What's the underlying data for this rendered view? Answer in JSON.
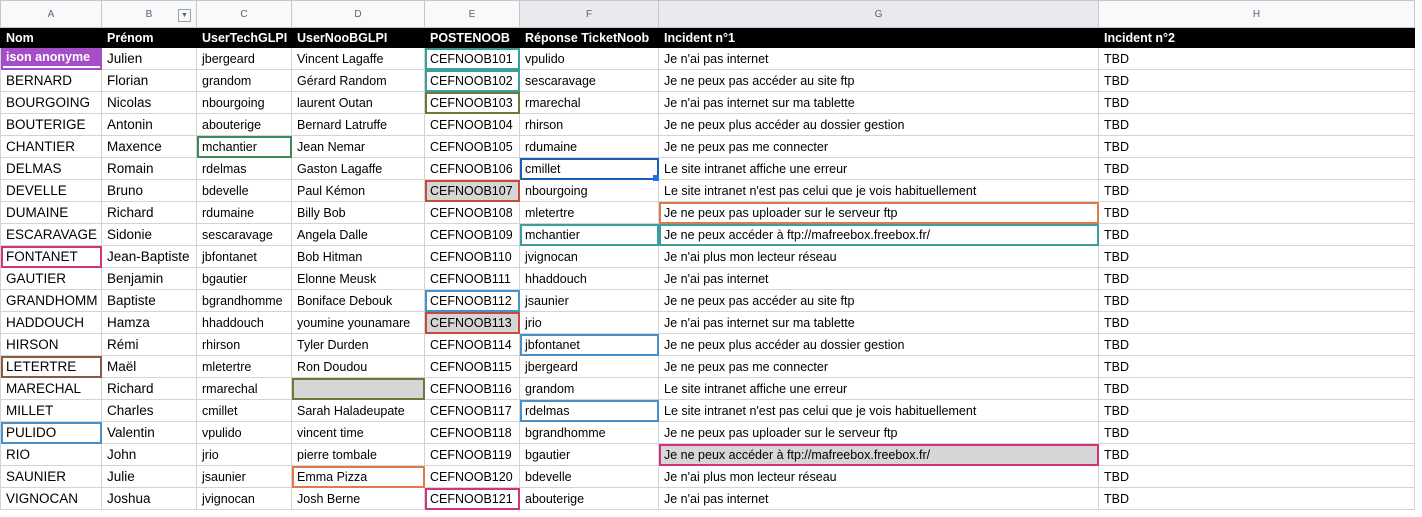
{
  "columns": [
    "A",
    "B",
    "C",
    "D",
    "E",
    "F",
    "G",
    "H"
  ],
  "headers": [
    "Nom",
    "Prénom",
    "UserTechGLPI",
    "UserNooBGLPI",
    "POSTENOOB",
    "Réponse TicketNoob",
    "Incident n°1",
    "Incident n°2"
  ],
  "anonymous_label": "ison anonyme",
  "rows": [
    [
      "",
      "Julien",
      "jbergeard",
      "Vincent Lagaffe",
      "CEFNOOB101",
      "vpulido",
      "Je n'ai pas internet",
      "TBD"
    ],
    [
      "BERNARD",
      "Florian",
      "grandom",
      "Gérard Random",
      "CEFNOOB102",
      "sescaravage",
      "Je ne peux pas accéder au site ftp",
      "TBD"
    ],
    [
      "BOURGOING",
      "Nicolas",
      "nbourgoing",
      "laurent Outan",
      "CEFNOOB103",
      "rmarechal",
      "Je n'ai pas internet sur ma tablette",
      "TBD"
    ],
    [
      "BOUTERIGE",
      "Antonin",
      "abouterige",
      "Bernard Latruffe",
      "CEFNOOB104",
      "rhirson",
      "Je ne peux plus accéder au dossier gestion",
      "TBD"
    ],
    [
      "CHANTIER",
      "Maxence",
      "mchantier",
      "Jean Nemar",
      "CEFNOOB105",
      "rdumaine",
      "Je ne peux pas me connecter",
      "TBD"
    ],
    [
      "DELMAS",
      "Romain",
      "rdelmas",
      "Gaston Lagaffe",
      "CEFNOOB106",
      "cmillet",
      "Le site intranet affiche une erreur",
      "TBD"
    ],
    [
      "DEVELLE",
      "Bruno",
      "bdevelle",
      "Paul Kémon",
      "CEFNOOB107",
      "nbourgoing",
      "Le site intranet n'est pas celui que je vois habituellement",
      "TBD"
    ],
    [
      "DUMAINE",
      "Richard",
      "rdumaine",
      "Billy Bob",
      "CEFNOOB108",
      "mletertre",
      "Je ne peux pas uploader sur le serveur ftp",
      "TBD"
    ],
    [
      "ESCARAVAGE",
      "Sidonie",
      "sescaravage",
      "Angela Dalle",
      "CEFNOOB109",
      "mchantier",
      "Je ne peux accéder à ftp://mafreebox.freebox.fr/",
      "TBD"
    ],
    [
      "FONTANET",
      "Jean-Baptiste",
      "jbfontanet",
      "Bob Hitman",
      "CEFNOOB110",
      "jvignocan",
      "Je n'ai plus mon lecteur réseau",
      "TBD"
    ],
    [
      "GAUTIER",
      "Benjamin",
      "bgautier",
      "Elonne Meusk",
      "CEFNOOB111",
      "hhaddouch",
      "Je n'ai pas internet",
      "TBD"
    ],
    [
      "GRANDHOMM",
      "Baptiste",
      "bgrandhomme",
      "Boniface Debouk",
      "CEFNOOB112",
      "jsaunier",
      "Je ne peux pas accéder au site ftp",
      "TBD"
    ],
    [
      "HADDOUCH",
      "Hamza",
      "hhaddouch",
      "youmine younamare",
      "CEFNOOB113",
      "jrio",
      "Je n'ai pas internet sur ma tablette",
      "TBD"
    ],
    [
      "HIRSON",
      "Rémi",
      "rhirson",
      "Tyler Durden",
      "CEFNOOB114",
      "jbfontanet",
      "Je ne peux plus accéder au dossier gestion",
      "TBD"
    ],
    [
      "LETERTRE",
      "Maël",
      "mletertre",
      "Ron Doudou",
      "CEFNOOB115",
      "jbergeard",
      "Je ne peux pas me connecter",
      "TBD"
    ],
    [
      "MARECHAL",
      "Richard",
      "rmarechal",
      "",
      "CEFNOOB116",
      "grandom",
      "Le site intranet affiche une erreur",
      "TBD"
    ],
    [
      "MILLET",
      "Charles",
      "cmillet",
      "Sarah Haladeupate",
      "CEFNOOB117",
      "rdelmas",
      "Le site intranet n'est pas celui que je vois habituellement",
      "TBD"
    ],
    [
      "PULIDO",
      "Valentin",
      "vpulido",
      "vincent time",
      "CEFNOOB118",
      "bgrandhomme",
      "Je ne peux pas uploader sur le serveur ftp",
      "TBD"
    ],
    [
      "RIO",
      "John",
      "jrio",
      "pierre tombale",
      "CEFNOOB119",
      "bgautier",
      "Je ne peux accéder à ftp://mafreebox.freebox.fr/",
      "TBD"
    ],
    [
      "SAUNIER",
      "Julie",
      "jsaunier",
      "Emma Pizza",
      "CEFNOOB120",
      "bdevelle",
      "Je n'ai plus mon lecteur réseau",
      "TBD"
    ],
    [
      "VIGNOCAN",
      "Joshua",
      "jvignocan",
      "Josh Berne",
      "CEFNOOB121",
      "abouterige",
      "Je n'ai pas internet",
      "TBD"
    ]
  ],
  "filter_icon": "filter-dropdown-icon",
  "colors": {
    "header_bg": "#000000",
    "anon_bg": "#a64dc8",
    "selection": "#1a73e8"
  }
}
